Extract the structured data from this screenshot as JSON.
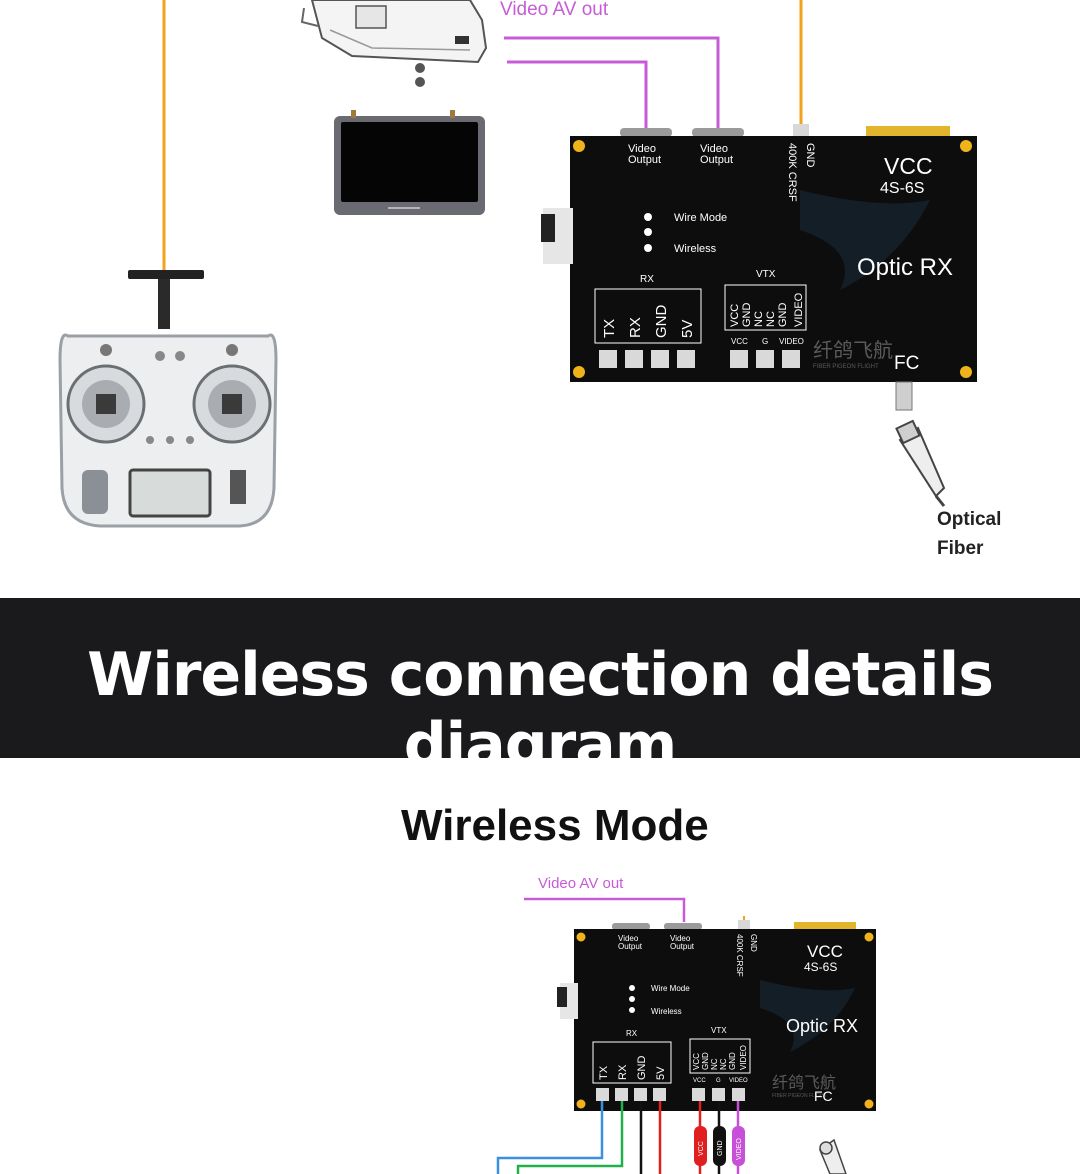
{
  "banner": {
    "title": "Wireless connection details diagram"
  },
  "top": {
    "av_out_label": "Video AV out",
    "board": {
      "video_output_1": [
        "Video",
        "Output"
      ],
      "video_output_2": [
        "Video",
        "Output"
      ],
      "crsf_label": "400K CRSF",
      "gnd_label": "GND",
      "vcc_label": "VCC",
      "voltage_label": "4S-6S",
      "product_name": "Optic RX",
      "mode_wire": "Wire Mode",
      "mode_wireless": "Wireless",
      "rx_header": "RX",
      "vtx_header": "VTX",
      "rx_pins": [
        "TX",
        "RX",
        "GND",
        "5V"
      ],
      "vtx_pins": [
        "VCC",
        "GND",
        "NC",
        "NC",
        "GND",
        "VIDEO"
      ],
      "vtx_pad_labels": [
        "VCC",
        "G",
        "VIDEO"
      ],
      "brand_cn": "纤鸽飞航",
      "brand_en": "FIBER PIGEON FLIGHT",
      "fc_label": "FC"
    },
    "fiber_label": [
      "Optical",
      "Fiber"
    ]
  },
  "bottom": {
    "mode_title": "Wireless Mode",
    "av_out_label": "Video AV out",
    "board": {
      "video_output_1": [
        "Video",
        "Output"
      ],
      "video_output_2": [
        "Video",
        "Output"
      ],
      "crsf_label": "400K CRSF",
      "gnd_label": "GND",
      "vcc_label": "VCC",
      "voltage_label": "4S-6S",
      "product_name": "Optic RX",
      "mode_wire": "Wire Mode",
      "mode_wireless": "Wireless",
      "rx_header": "RX",
      "vtx_header": "VTX",
      "rx_pins": [
        "TX",
        "RX",
        "GND",
        "5V"
      ],
      "vtx_pins": [
        "VCC",
        "GND",
        "NC",
        "NC",
        "GND",
        "VIDEO"
      ],
      "vtx_pad_labels": [
        "VCC",
        "G",
        "VIDEO"
      ],
      "brand_cn": "纤鸽飞航",
      "brand_en": "FIBER PIGEON FLIGHT",
      "fc_label": "FC"
    },
    "wire_labels": [
      "VCC",
      "GND",
      "VIDEO"
    ]
  },
  "colors": {
    "board": "#0d0d0d",
    "av_wire": "#c85bd8",
    "crsf_wire": "#f2a21d",
    "banner_bg": "#1a1a1c",
    "wire_blue": "#3a8fe0",
    "wire_green": "#22b04a",
    "wire_red": "#e02020",
    "wire_black": "#111111",
    "wire_purple": "#c850d8",
    "mount_hole": "#f0b41a"
  }
}
